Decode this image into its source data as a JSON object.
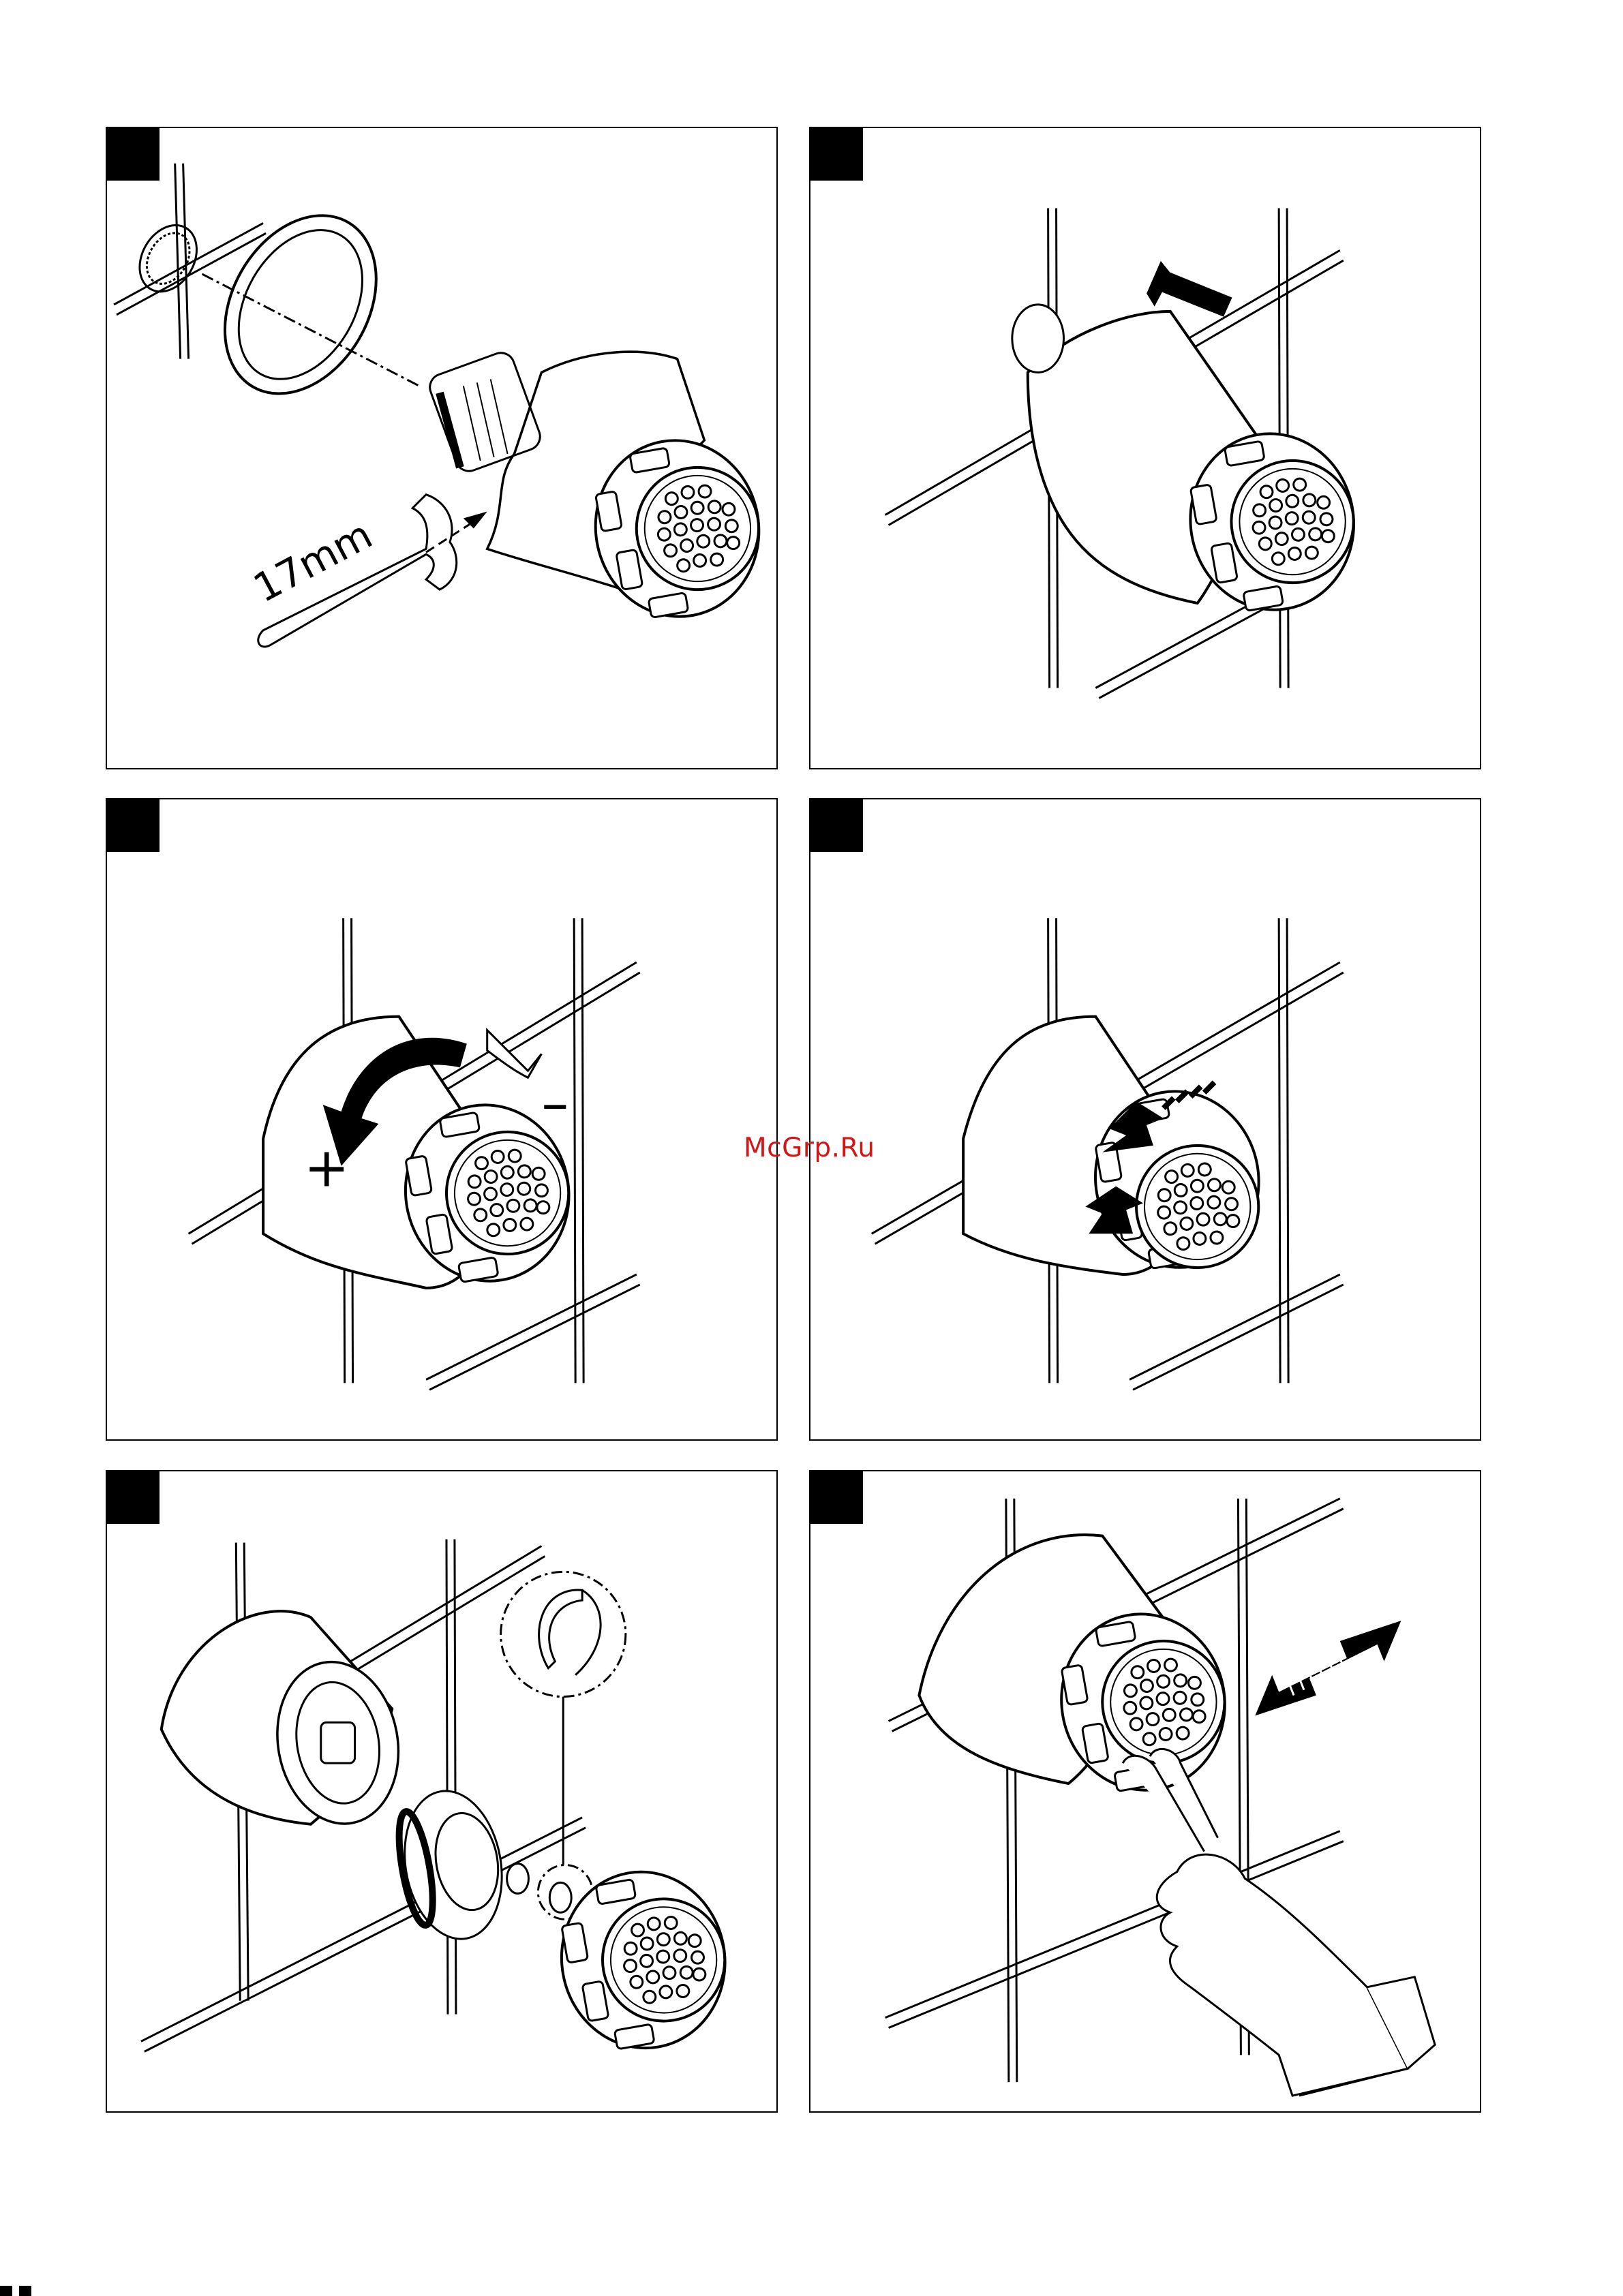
{
  "watermark": "McGrp.Ru",
  "panels": [
    {
      "id": "step-1",
      "wrench_label": "17mm"
    },
    {
      "id": "step-2"
    },
    {
      "id": "step-3",
      "plus_symbol": "+",
      "minus_symbol": "–"
    },
    {
      "id": "step-4"
    },
    {
      "id": "step-5"
    },
    {
      "id": "step-6"
    }
  ],
  "icons": [
    "step-number-marker",
    "wrench-icon",
    "push-arrow-icon",
    "rotate-arrow-icon",
    "pull-arrow-icon",
    "circlip-detail-icon",
    "double-arrow-icon",
    "hand-icon"
  ]
}
